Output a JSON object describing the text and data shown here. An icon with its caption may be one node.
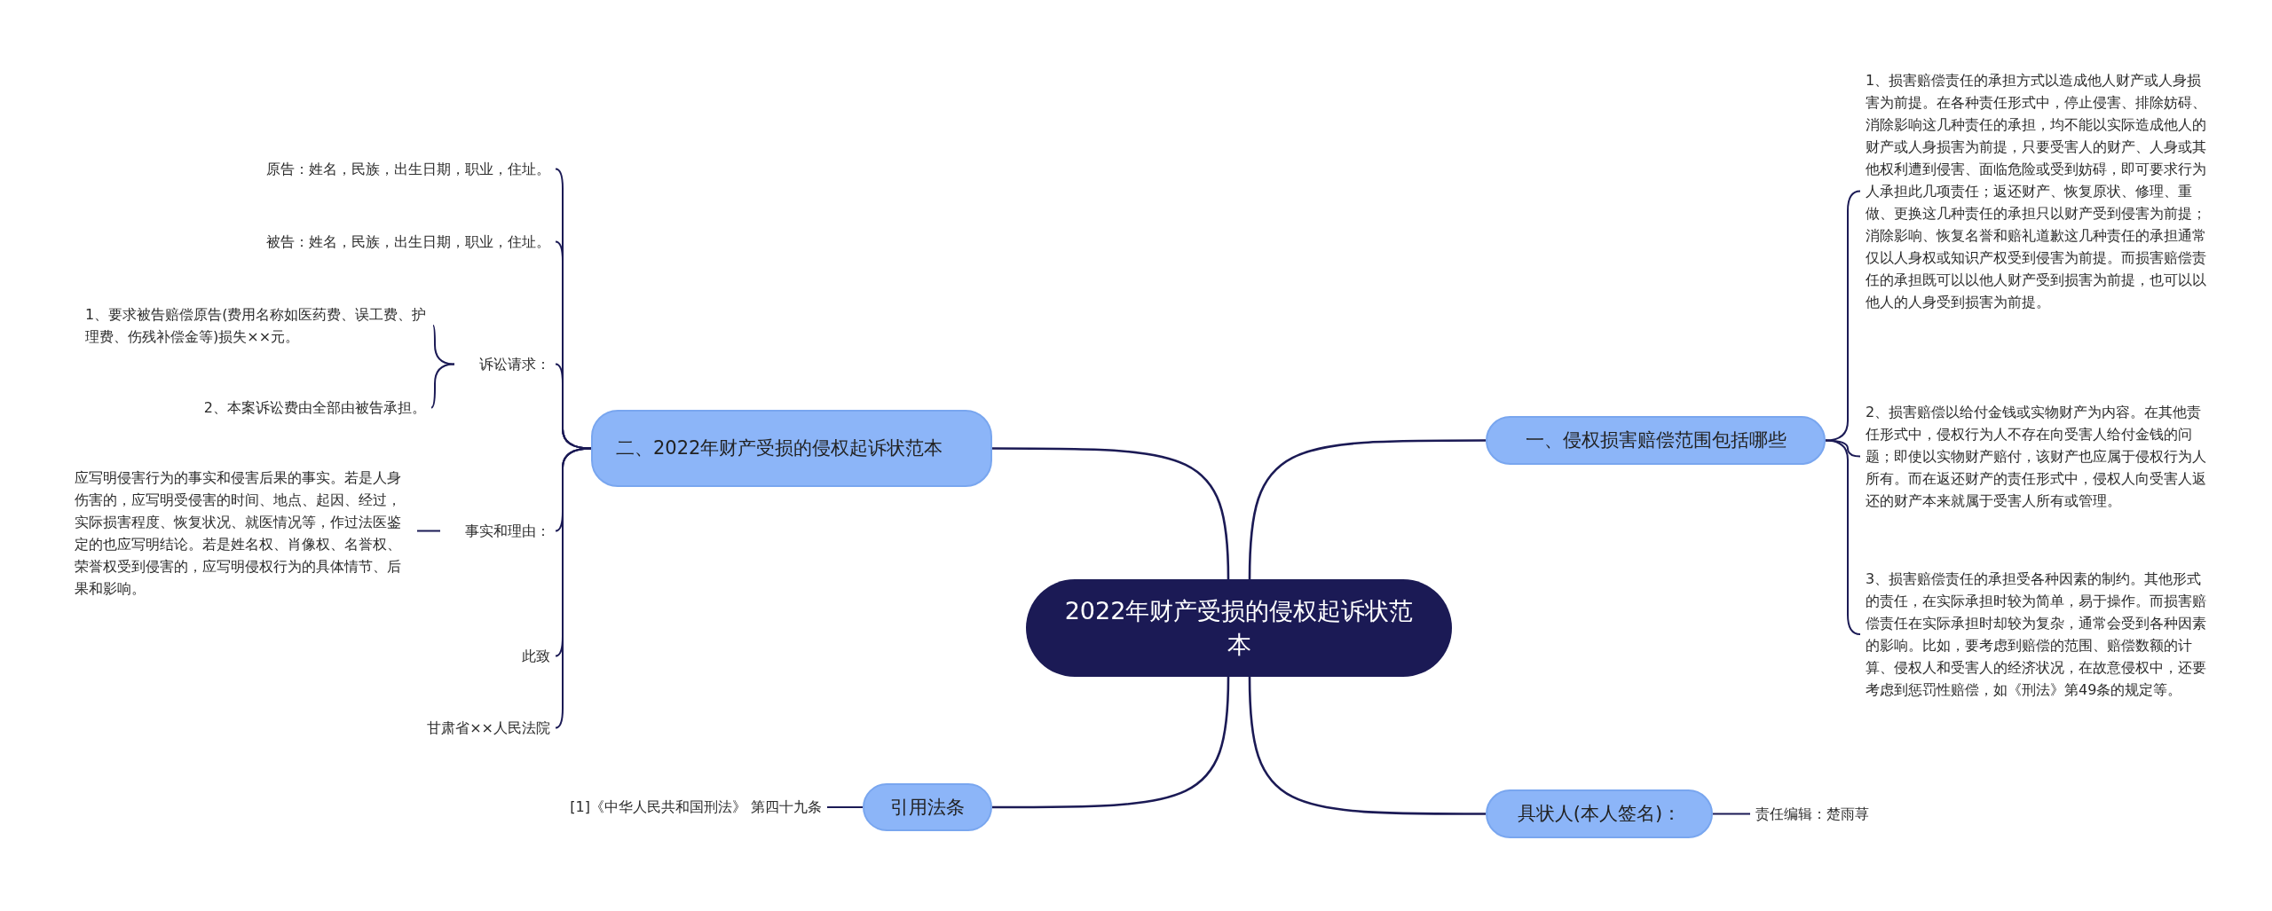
{
  "diagram": {
    "nodes": [
      {
        "text": [
          "2022年财产受损的侵权起诉状范本"
        ]
      },
      {
        "text": [
          "二、2022年财产受损的侵权起诉状范本"
        ]
      },
      {
        "text": [
          "原告：姓名，民族，出生日期，职业，住址。"
        ]
      },
      {
        "text": [
          "被告：姓名，民族，出生日期，职业，住址。"
        ]
      },
      {
        "text": [
          "诉讼请求："
        ]
      },
      {
        "text": [
          "1、要求被告赔偿原告(费用名称如医药费、误工费、护理费、伤残补偿金等)损失××元。"
        ]
      },
      {
        "text": [
          "2、本案诉讼费由全部由被告承担。"
        ]
      },
      {
        "text": [
          "事实和理由："
        ]
      },
      {
        "text": [
          "应写明侵害行为的事实和侵害后果的事实。若是人身伤害的，应写明受侵害的时间、地点、起因、经过，实际损害程度、恢复状况、就医情况等，作过法医鉴定的也应写明结论。若是姓名权、肖像权、名誉权、荣誉权受到侵害的，应写明侵权行为的具体情节、后果和影响。"
        ]
      },
      {
        "text": [
          "此致"
        ]
      },
      {
        "text": [
          "甘肃省××人民法院"
        ]
      },
      {
        "text": [
          "引用法条"
        ]
      },
      {
        "text": [
          "[1]《中华人民共和国刑法》 第四十九条"
        ]
      },
      {
        "text": [
          "一、侵权损害赔偿范围包括哪些"
        ]
      },
      {
        "text": [
          "1、损害赔偿责任的承担方式以造成他人财产或人身损害为前提。在各种责任形式中，停止侵害、排除妨碍、消除影响这几种责任的承担，均不能以实际造成他人的财产或人身损害为前提，只要受害人的财产、人身或其他权利遭到侵害、面临危险或受到妨碍，即可要求行为人承担此几项责任；返还财产、恢复原状、修理、重做、更换这几种责任的承担只以财产受到侵害为前提；消除影响、恢复名誉和赔礼道歉这几种责任的承担通常仅以人身权或知识产权受到侵害为前提。而损害赔偿责任的承担既可以以他人财产受到损害为前提，也可以以他人的人身受到损害为前提。"
        ]
      },
      {
        "text": [
          "2、损害赔偿以给付金钱或实物财产为内容。在其他责任形式中，侵权行为人不存在向受害人给付金钱的问题；即使以实物财产赔付，该财产也应属于侵权行为人所有。而在返还财产的责任形式中，侵权人向受害人返还的财产本来就属于受害人所有或管理。"
        ]
      },
      {
        "text": [
          "3、损害赔偿责任的承担受各种因素的制约。其他形式的责任，在实际承担时较为简单，易于操作。而损害赔偿责任在实际承担时却较为复杂，通常会受到各种因素的影响。比如，要考虑到赔偿的范围、赔偿数额的计算、侵权人和受害人的经济状况，在故意侵权中，还要考虑到惩罚性赔偿，如《刑法》第49条的规定等。"
        ]
      },
      {
        "text": [
          "具状人(本人签名)："
        ]
      },
      {
        "text": [
          "责任编辑：楚雨荨"
        ]
      }
    ],
    "edges": [
      {
        "from": 0,
        "to": 1,
        "arrow": "none"
      },
      {
        "from": 1,
        "to": 2,
        "arrow": "none"
      },
      {
        "from": 1,
        "to": 3,
        "arrow": "none"
      },
      {
        "from": 1,
        "to": 4,
        "arrow": "none"
      },
      {
        "from": 4,
        "to": 5,
        "arrow": "none"
      },
      {
        "from": 4,
        "to": 6,
        "arrow": "none"
      },
      {
        "from": 1,
        "to": 7,
        "arrow": "none"
      },
      {
        "from": 7,
        "to": 8,
        "arrow": "none"
      },
      {
        "from": 1,
        "to": 9,
        "arrow": "none"
      },
      {
        "from": 1,
        "to": 10,
        "arrow": "none"
      },
      {
        "from": 0,
        "to": 11,
        "arrow": "none"
      },
      {
        "from": 11,
        "to": 12,
        "arrow": "none"
      },
      {
        "from": 0,
        "to": 13,
        "arrow": "none"
      },
      {
        "from": 13,
        "to": 14,
        "arrow": "none"
      },
      {
        "from": 13,
        "to": 15,
        "arrow": "none"
      },
      {
        "from": 13,
        "to": 16,
        "arrow": "none"
      },
      {
        "from": 0,
        "to": 17,
        "arrow": "none"
      },
      {
        "from": 17,
        "to": 18,
        "arrow": "none"
      }
    ]
  }
}
